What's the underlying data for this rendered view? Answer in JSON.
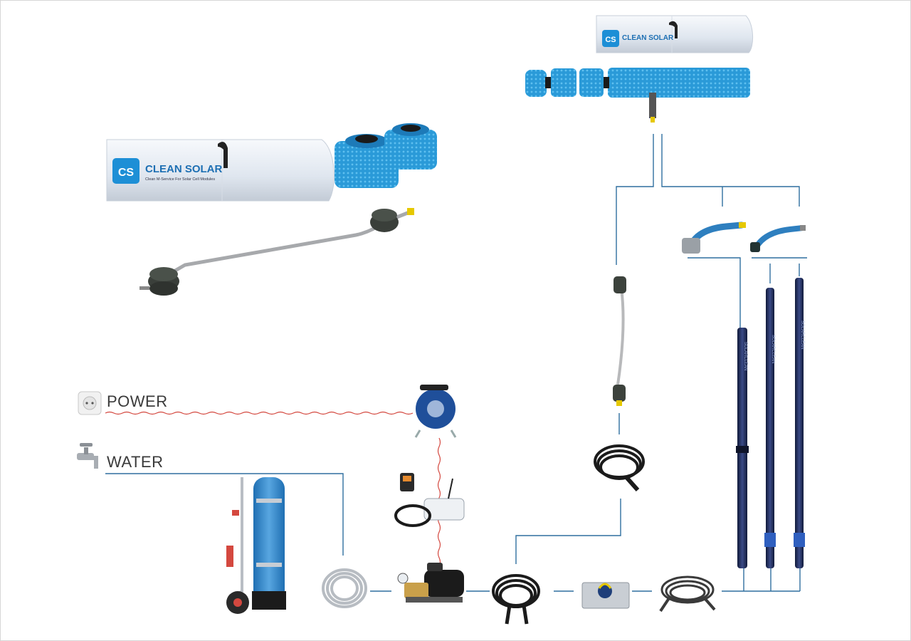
{
  "labels": {
    "power": "POWER",
    "water": "WATER"
  },
  "brand": {
    "logo_mark": "CS",
    "name": "CLEAN SOLAR",
    "tagline": "Clean M-Service For Solar Cell Modules"
  },
  "pole_print": "SOLARCLEAN",
  "colors": {
    "water_line": "#2f6f9f",
    "power_line": "#d4483f",
    "brush_blue": "#2a9ad8",
    "pole_blue": "#1f2a5a",
    "hose_black": "#1b1b1b"
  },
  "icons": [
    "power-socket-icon",
    "water-tap-icon",
    "cable-reel-icon",
    "water-filter-trolley-icon",
    "hose-coil-icon",
    "pressure-pump-icon",
    "controller-icon",
    "brush-cover-icon",
    "brush-roller-icon",
    "angle-adapter-icon",
    "telescopic-pole-icon",
    "valve-tube-icon"
  ]
}
